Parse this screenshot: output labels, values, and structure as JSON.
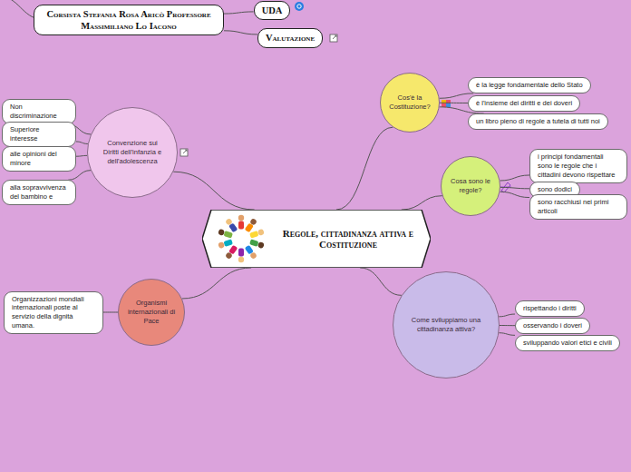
{
  "diagram": {
    "nodes": [
      {
        "text": [
          "Regole, cittadinanza attiva e Costituzione"
        ]
      },
      {
        "text": [
          "Corsista Stefania Rosa Aricò Professore Massimiliano Lo Iacono"
        ]
      },
      {
        "text": [
          "UDA"
        ]
      },
      {
        "text": [
          "Valutazione"
        ]
      },
      {
        "text": [
          "Cos'è la Costituzione?"
        ]
      },
      {
        "text": [
          "è la legge fondamentale dello Stato"
        ]
      },
      {
        "text": [
          "è l'insieme dei diritti e dei doveri"
        ]
      },
      {
        "text": [
          "un libro pieno di regole a tutela di tutti noi"
        ]
      },
      {
        "text": [
          "Cosa sono le regole?"
        ]
      },
      {
        "text": [
          "i principi fondamentali sono le regole che i cittadini devono rispettare"
        ]
      },
      {
        "text": [
          "sono dodici"
        ]
      },
      {
        "text": [
          "sono racchiusi nei primi articoli"
        ]
      },
      {
        "text": [
          "Come sviluppiamo una cittadinanza attiva?"
        ]
      },
      {
        "text": [
          "rispettando i diritti"
        ]
      },
      {
        "text": [
          "osservando i doveri"
        ]
      },
      {
        "text": [
          "sviluppando valori etici e civili"
        ]
      },
      {
        "text": [
          "Convenzione sui Diritti dell'infanzia e dell'adolescenza"
        ]
      },
      {
        "text": [
          "Non discriminazione"
        ]
      },
      {
        "text": [
          "Superiore interesse"
        ]
      },
      {
        "text": [
          "alle opinioni del minore"
        ]
      },
      {
        "text": [
          "alla sopravvivenza del bambino e"
        ]
      },
      {
        "text": [
          "Organismi internazionali di Pace"
        ]
      },
      {
        "text": [
          "Organizzazioni mondiali internazionali poste al servizio della dignità umana."
        ]
      }
    ],
    "edges": [
      {
        "from": 1,
        "to": 2,
        "arrow": "none"
      },
      {
        "from": 1,
        "to": 3,
        "arrow": "none"
      },
      {
        "from": 0,
        "to": 4,
        "arrow": "none"
      },
      {
        "from": 4,
        "to": 5,
        "arrow": "none"
      },
      {
        "from": 4,
        "to": 6,
        "arrow": "none"
      },
      {
        "from": 4,
        "to": 7,
        "arrow": "none"
      },
      {
        "from": 0,
        "to": 8,
        "arrow": "none"
      },
      {
        "from": 8,
        "to": 9,
        "arrow": "none"
      },
      {
        "from": 8,
        "to": 10,
        "arrow": "none"
      },
      {
        "from": 8,
        "to": 11,
        "arrow": "none"
      },
      {
        "from": 0,
        "to": 12,
        "arrow": "none"
      },
      {
        "from": 12,
        "to": 13,
        "arrow": "none"
      },
      {
        "from": 12,
        "to": 14,
        "arrow": "none"
      },
      {
        "from": 12,
        "to": 15,
        "arrow": "none"
      },
      {
        "from": 0,
        "to": 16,
        "arrow": "none"
      },
      {
        "from": 16,
        "to": 17,
        "arrow": "none"
      },
      {
        "from": 16,
        "to": 18,
        "arrow": "none"
      },
      {
        "from": 16,
        "to": 19,
        "arrow": "none"
      },
      {
        "from": 16,
        "to": 20,
        "arrow": "none"
      },
      {
        "from": 0,
        "to": 21,
        "arrow": "none"
      },
      {
        "from": 21,
        "to": 22,
        "arrow": "none"
      }
    ]
  }
}
